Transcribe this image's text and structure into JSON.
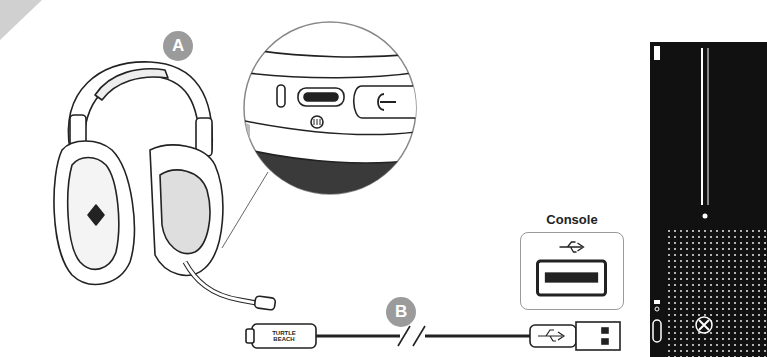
{
  "diagram": {
    "nodes": [
      {
        "text": [
          "Console"
        ]
      }
    ],
    "labels": [
      "A",
      "B",
      "TURTLE BEACH"
    ]
  }
}
